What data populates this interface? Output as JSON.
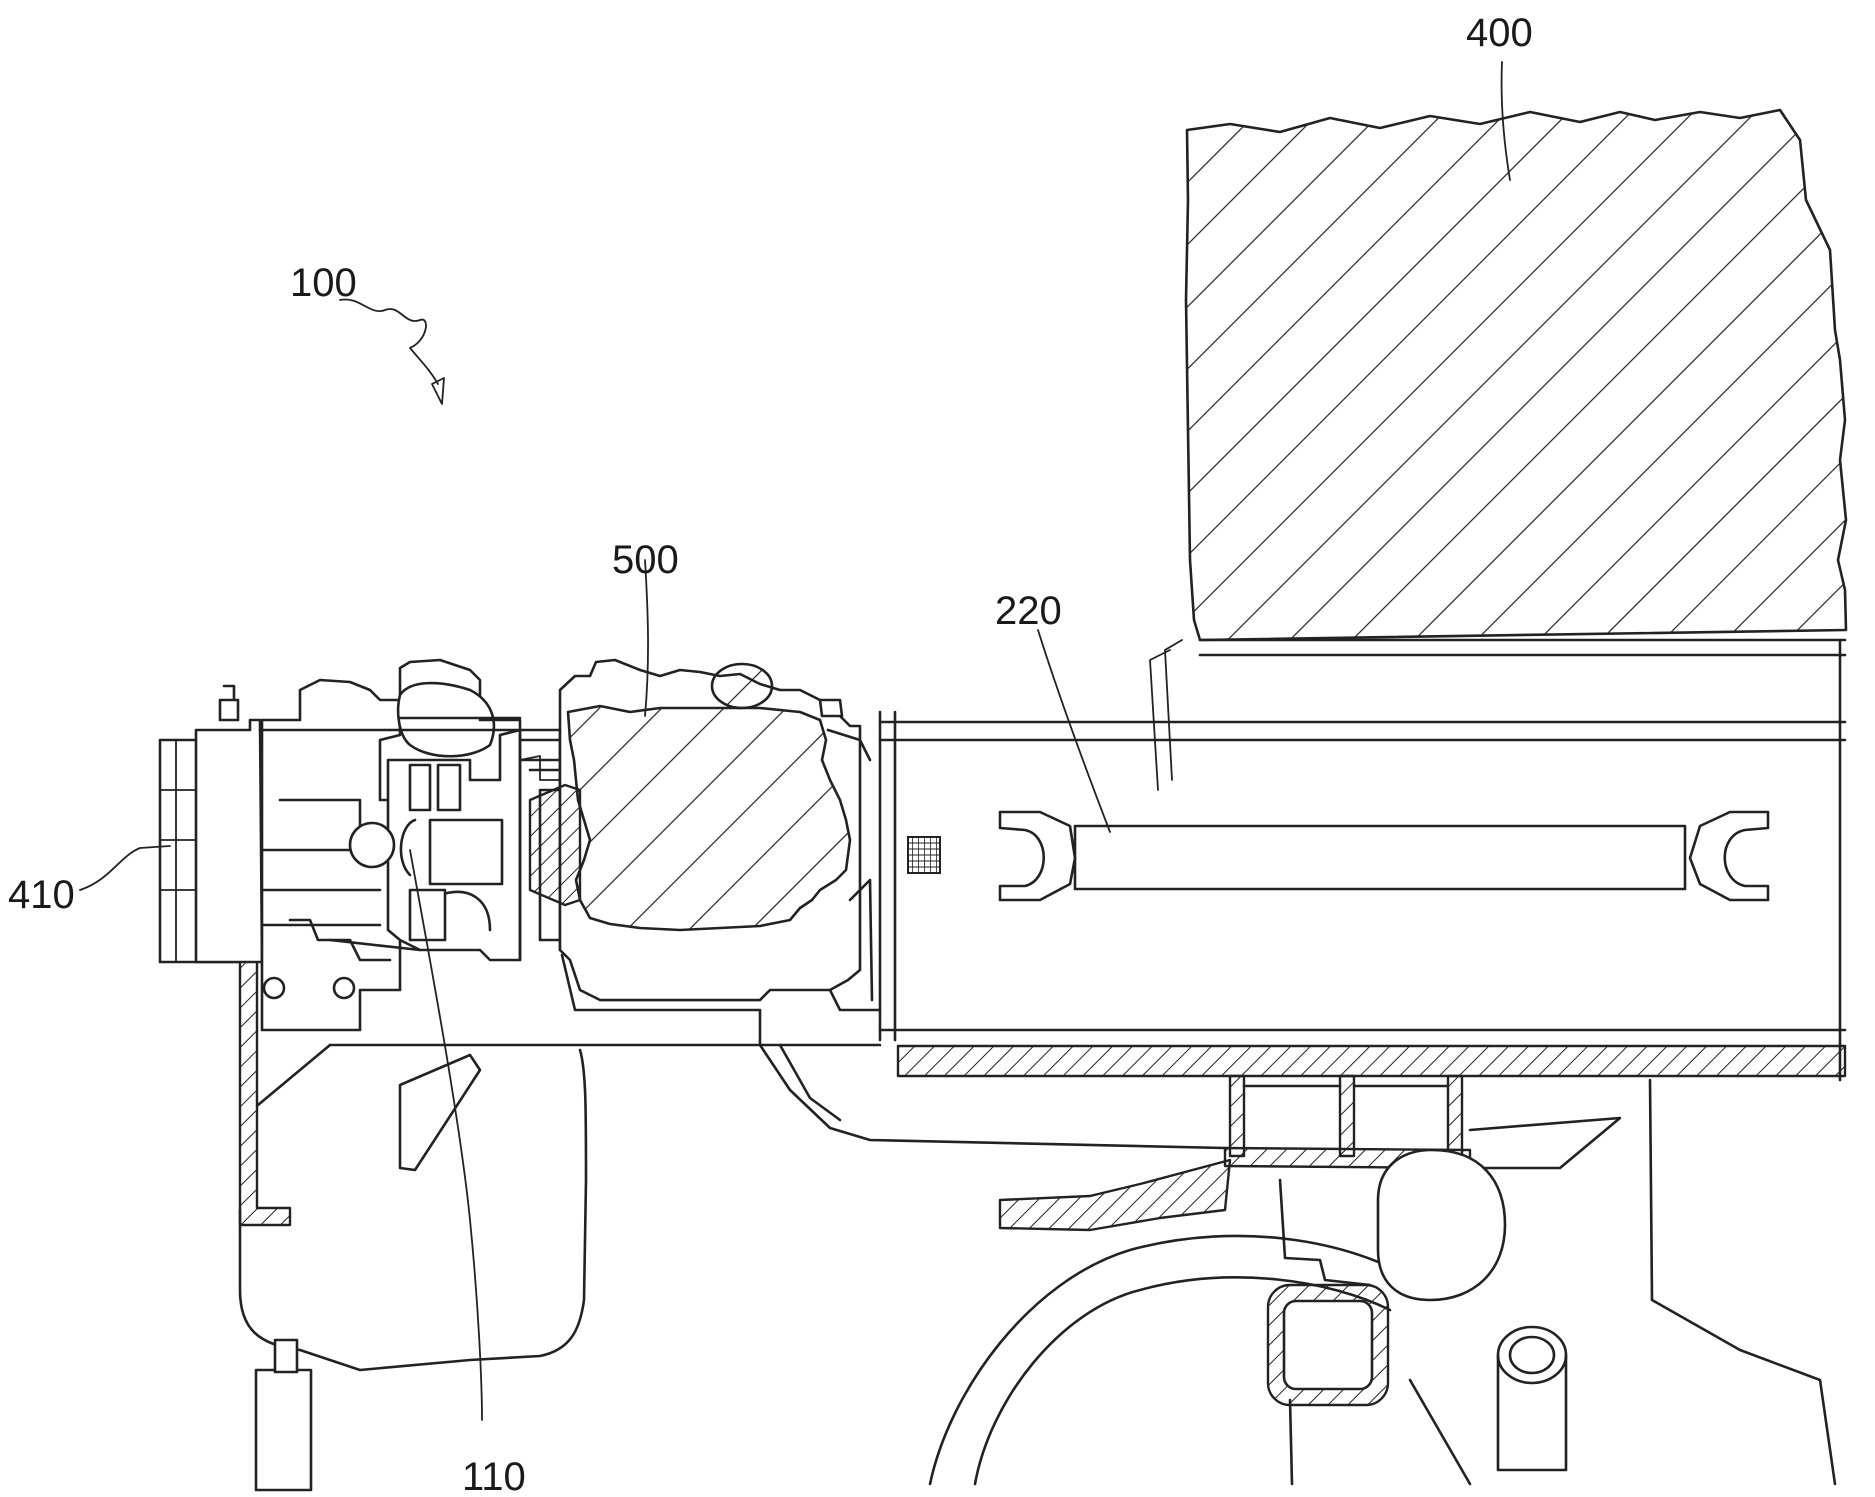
{
  "figure": {
    "reference_labels": {
      "assembly": "100",
      "component_110": "110",
      "component_220": "220",
      "component_400": "400",
      "component_410": "410",
      "component_500": "500"
    }
  }
}
